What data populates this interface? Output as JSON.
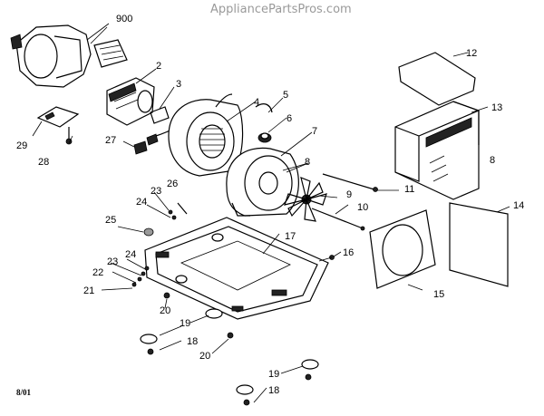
{
  "watermark": "AppliancePartsPros.com",
  "date_code": "8/01",
  "part_labels": [
    "900",
    "2",
    "3",
    "4",
    "5",
    "6",
    "7",
    "8",
    "8",
    "9",
    "10",
    "11",
    "12",
    "13",
    "14",
    "15",
    "16",
    "17",
    "18",
    "18",
    "19",
    "19",
    "20",
    "20",
    "21",
    "22",
    "23",
    "23",
    "24",
    "24",
    "25",
    "26",
    "27",
    "28",
    "29"
  ]
}
